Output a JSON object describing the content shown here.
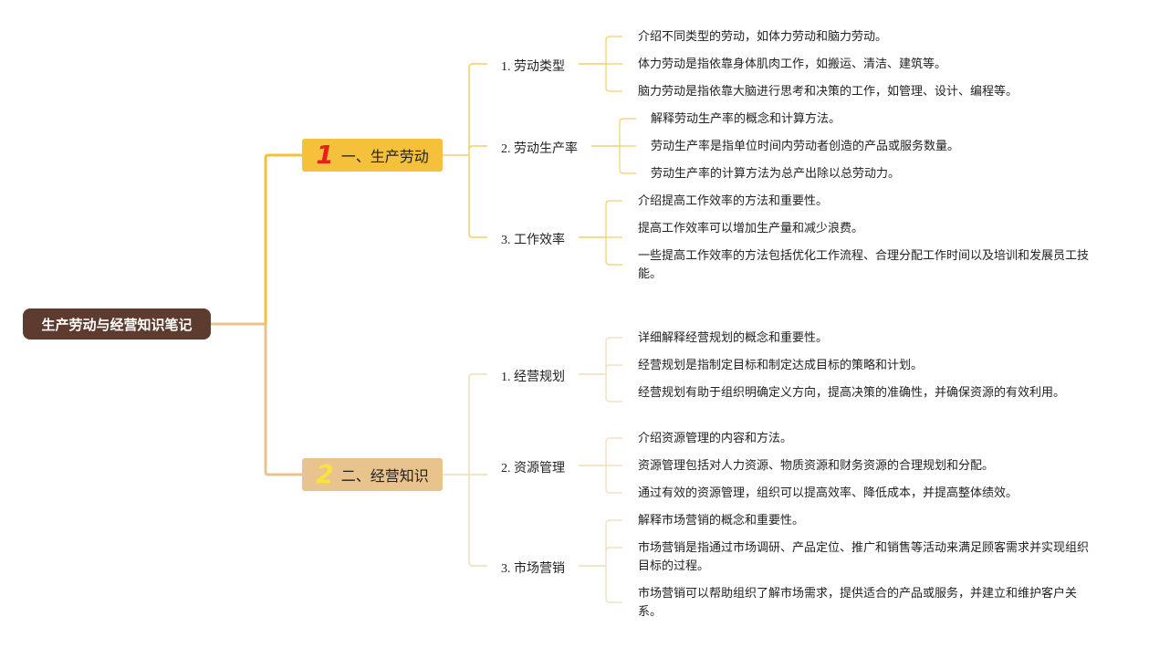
{
  "root": "生产劳动与经营知识笔记",
  "branches": [
    {
      "num": "1",
      "label": "一、生产劳动",
      "subs": [
        {
          "label": "1. 劳动类型",
          "leaves": [
            "介绍不同类型的劳动，如体力劳动和脑力劳动。",
            "体力劳动是指依靠身体肌肉工作，如搬运、清洁、建筑等。",
            "脑力劳动是指依靠大脑进行思考和决策的工作，如管理、设计、编程等。"
          ]
        },
        {
          "label": "2. 劳动生产率",
          "leaves": [
            "解释劳动生产率的概念和计算方法。",
            "劳动生产率是指单位时间内劳动者创造的产品或服务数量。",
            "劳动生产率的计算方法为总产出除以总劳动力。"
          ]
        },
        {
          "label": "3. 工作效率",
          "leaves": [
            "介绍提高工作效率的方法和重要性。",
            "提高工作效率可以增加生产量和减少浪费。",
            "一些提高工作效率的方法包括优化工作流程、合理分配工作时间以及培训和发展员工技能。"
          ]
        }
      ]
    },
    {
      "num": "2",
      "label": "二、经营知识",
      "subs": [
        {
          "label": "1. 经营规划",
          "leaves": [
            "详细解释经营规划的概念和重要性。",
            "经营规划是指制定目标和制定达成目标的策略和计划。",
            "经营规划有助于组织明确定义方向，提高决策的准确性，并确保资源的有效利用。"
          ]
        },
        {
          "label": "2. 资源管理",
          "leaves": [
            "介绍资源管理的内容和方法。",
            "资源管理包括对人力资源、物质资源和财务资源的合理规划和分配。",
            "通过有效的资源管理，组织可以提高效率、降低成本，并提高整体绩效。"
          ]
        },
        {
          "label": "3. 市场营销",
          "leaves": [
            "解释市场营销的概念和重要性。",
            "市场营销是指通过市场调研、产品定位、推广和销售等活动来满足顾客需求并实现组织目标的过程。",
            "市场营销可以帮助组织了解市场需求，提供适合的产品或服务，并建立和维护客户关系。"
          ]
        }
      ]
    }
  ],
  "colors": {
    "root_bg": "#5d3b2e",
    "branch1": "#f6c13a",
    "branch1_lines": "#f4ce6a",
    "branch2": "#e9c38e",
    "branch2_lines": "#f1dcb9",
    "num1": "#e3231b",
    "num2": "#f8e23b"
  }
}
